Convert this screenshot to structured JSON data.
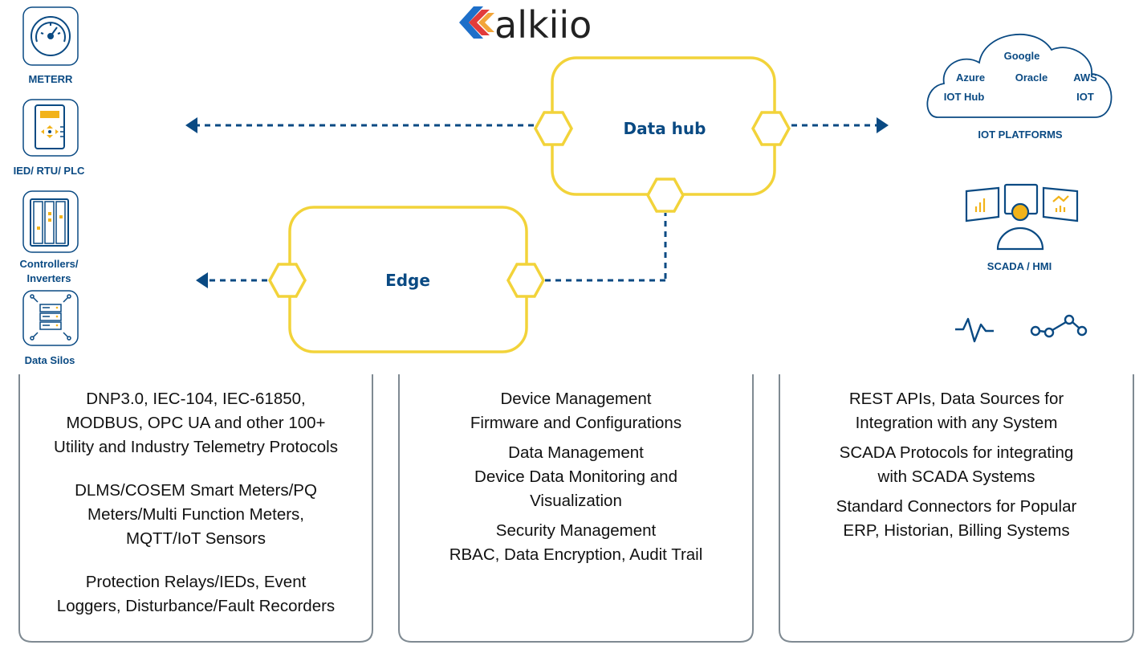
{
  "logo": {
    "text": "alkiio"
  },
  "sources": {
    "meter_label": "METERR",
    "ied_label": "IED/ RTU/ PLC",
    "controllers_label_1": "Controllers/",
    "controllers_label_2": "Inverters",
    "silos_label": "Data Silos"
  },
  "hub": {
    "datahub_label": "Data hub",
    "edge_label": "Edge"
  },
  "cloud": {
    "google": "Google",
    "azure": "Azure",
    "oracle": "Oracle",
    "aws": "AWS",
    "iot_hub": "IOT Hub",
    "iot": "IOT",
    "platforms_label": "IOT PLATFORMS"
  },
  "scada": {
    "label": "SCADA / HMI"
  },
  "columns": {
    "left": [
      "DNP3.0, IEC-104, IEC-61850,",
      "MODBUS, OPC UA and other 100+",
      "Utility and Industry Telemetry Protocols",
      "DLMS/COSEM Smart Meters/PQ",
      "Meters/Multi Function Meters,",
      "MQTT/IoT Sensors",
      "Protection Relays/IEDs, Event",
      "Loggers, Disturbance/Fault Recorders"
    ],
    "middle": [
      "Device Management",
      "Firmware and Configurations",
      "Data Management",
      "Device Data Monitoring and",
      "Visualization",
      "Security Management",
      "RBAC, Data Encryption, Audit Trail"
    ],
    "right": [
      "REST APIs, Data Sources for",
      "Integration with any System",
      "SCADA Protocols for integrating",
      "with SCADA Systems",
      "Standard Connectors for Popular",
      "ERP, Historian, Billing Systems"
    ]
  },
  "colors": {
    "navy": "#0a4a83",
    "yellow": "#f2d33a",
    "orange": "#f2a53a",
    "red": "#e23b3b",
    "blue": "#1e6fc9",
    "panel": "#7f8a92"
  }
}
